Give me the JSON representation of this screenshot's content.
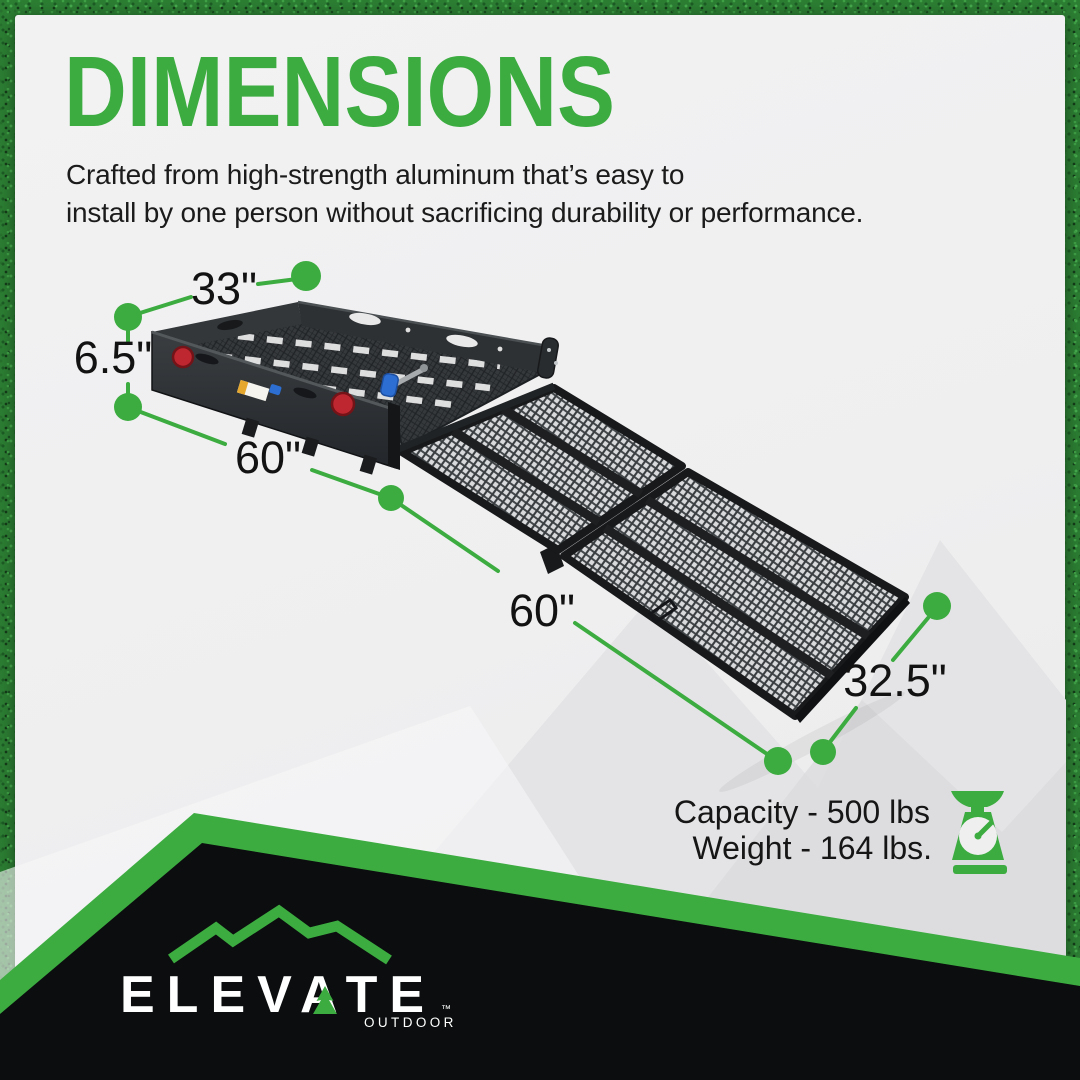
{
  "colors": {
    "brand_green": "#3cac40",
    "footer_black": "#0b0d0e",
    "card_bg": "#efefef"
  },
  "header": {
    "title": "DIMENSIONS",
    "description_line1": "Crafted from high-strength aluminum that’s easy to",
    "description_line2": "install by one person without sacrificing durability or performance."
  },
  "dimension_labels": {
    "basket_width": "33\"",
    "basket_height": "6.5\"",
    "basket_length": "60\"",
    "ramp_length": "60\"",
    "ramp_width": "32.5\""
  },
  "specs": {
    "capacity": "Capacity - 500 lbs",
    "weight": "Weight - 164 lbs."
  },
  "footer": {
    "brand": "ELEVATE",
    "brand_sub": "OUTDOOR",
    "trademark": "™"
  }
}
